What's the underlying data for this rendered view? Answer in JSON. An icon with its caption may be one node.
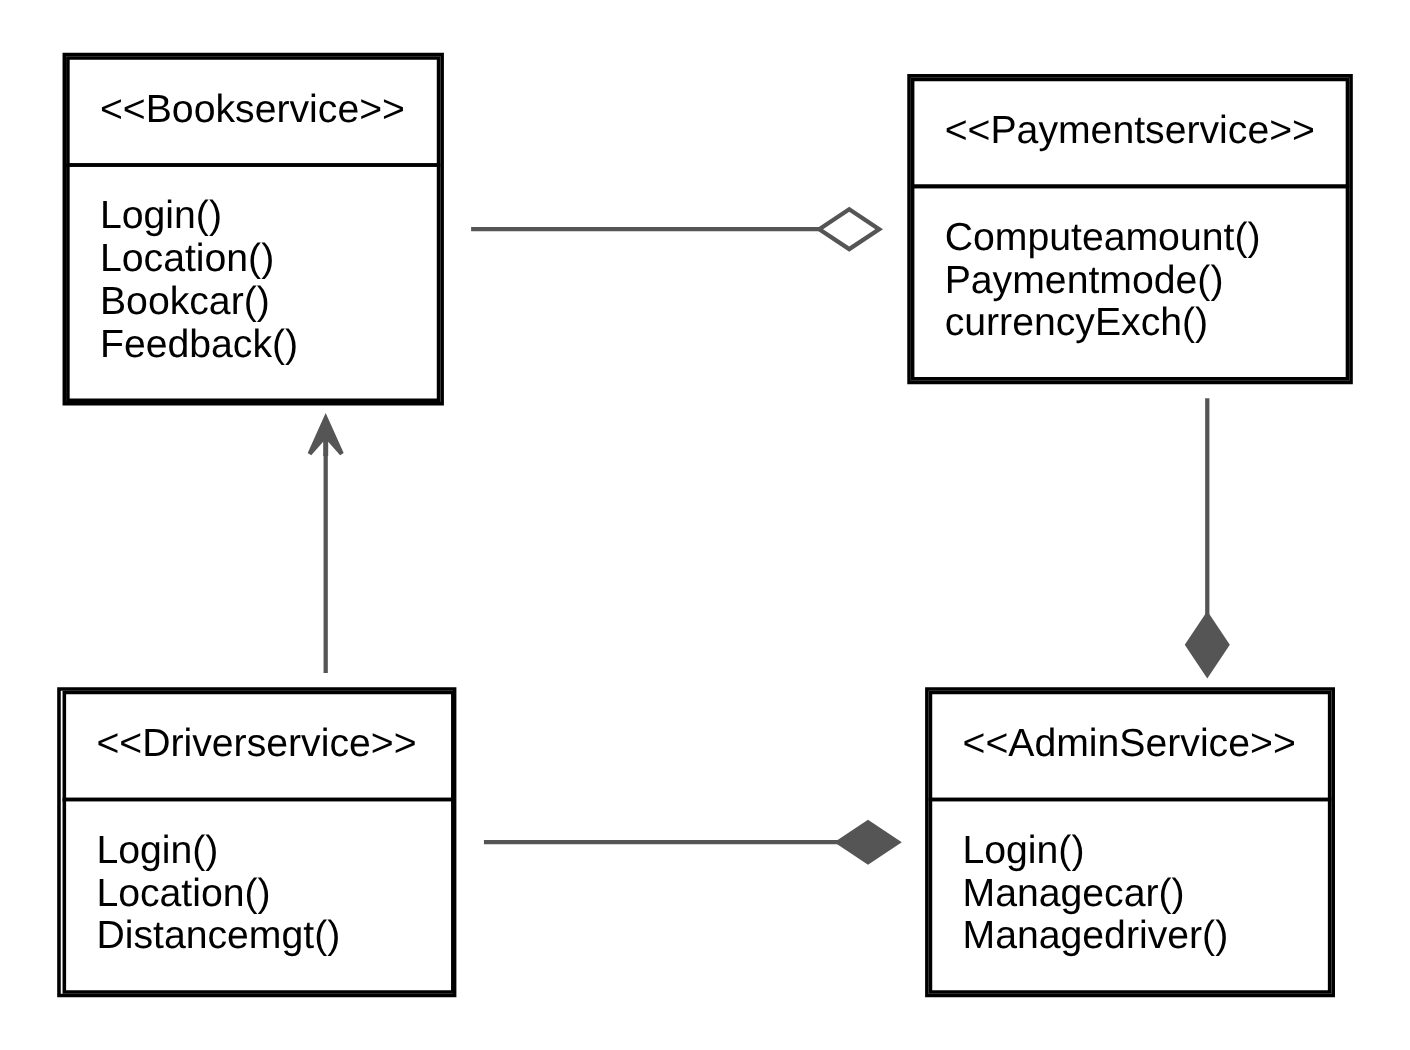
{
  "diagram": {
    "nodes": [
      {
        "text": [
          "<<Bookservice>>",
          "Login()",
          "Location()",
          "Bookcar()",
          "Feedback()"
        ]
      },
      {
        "text": [
          "<<Paymentservice>>",
          "Computeamount()",
          "Paymentmode()",
          "currencyExch()"
        ]
      },
      {
        "text": [
          "<<Driverservice>>",
          "Login()",
          "Location()",
          "Distancemgt()"
        ]
      },
      {
        "text": [
          "<<AdminService>>",
          "Login()",
          "Managecar()",
          "Managedriver()"
        ]
      }
    ],
    "edges": [
      {
        "from": 0,
        "to": 1,
        "arrow": "other"
      },
      {
        "from": 1,
        "to": 3,
        "arrow": "other"
      },
      {
        "from": 2,
        "to": 0,
        "arrow": "to"
      },
      {
        "from": 2,
        "to": 3,
        "arrow": "other"
      }
    ]
  }
}
